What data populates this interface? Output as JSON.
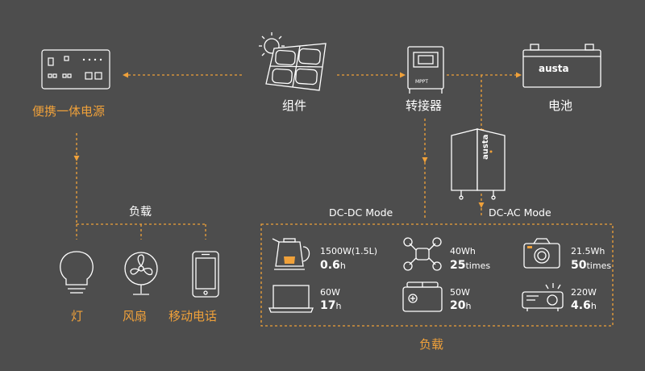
{
  "diagram": {
    "colors": {
      "background": "#4d4d4d",
      "accent": "#f0a13a",
      "white": "#ffffff"
    },
    "nodes": {
      "power_station": {
        "label": "便携一体电源",
        "icon": "portable-power-station-icon"
      },
      "solar_panel": {
        "label": "组件",
        "icon": "solar-panel-icon"
      },
      "controller": {
        "label": "转接器",
        "icon": "mppt-controller-icon",
        "badge": "MPPT"
      },
      "battery": {
        "label": "电池",
        "icon": "battery-icon",
        "brand": "austa"
      },
      "inverter": {
        "icon": "inverter-icon",
        "brand": "austa"
      }
    },
    "left_load": {
      "label": "负载",
      "devices": [
        {
          "label": "灯",
          "icon": "light-bulb-icon"
        },
        {
          "label": "风扇",
          "icon": "fan-icon"
        },
        {
          "label": "移动电话",
          "icon": "mobile-phone-icon"
        }
      ]
    },
    "modes": {
      "dc_dc": "DC-DC Mode",
      "dc_ac": "DC-AC Mode"
    },
    "right_load": {
      "label": "负载",
      "items": [
        {
          "icon": "kettle-icon",
          "spec": "1500W(1.5L)",
          "value": "0.6",
          "unit": "h"
        },
        {
          "icon": "drone-icon",
          "spec": "40Wh",
          "value": "25",
          "unit": "times"
        },
        {
          "icon": "camera-icon",
          "spec": "21.5Wh",
          "value": "50",
          "unit": "times"
        },
        {
          "icon": "laptop-icon",
          "spec": "60W",
          "value": "17",
          "unit": "h"
        },
        {
          "icon": "fridge-cooler-icon",
          "spec": "50W",
          "value": "20",
          "unit": "h"
        },
        {
          "icon": "projector-icon",
          "spec": "220W",
          "value": "4.6",
          "unit": "h"
        }
      ]
    }
  }
}
